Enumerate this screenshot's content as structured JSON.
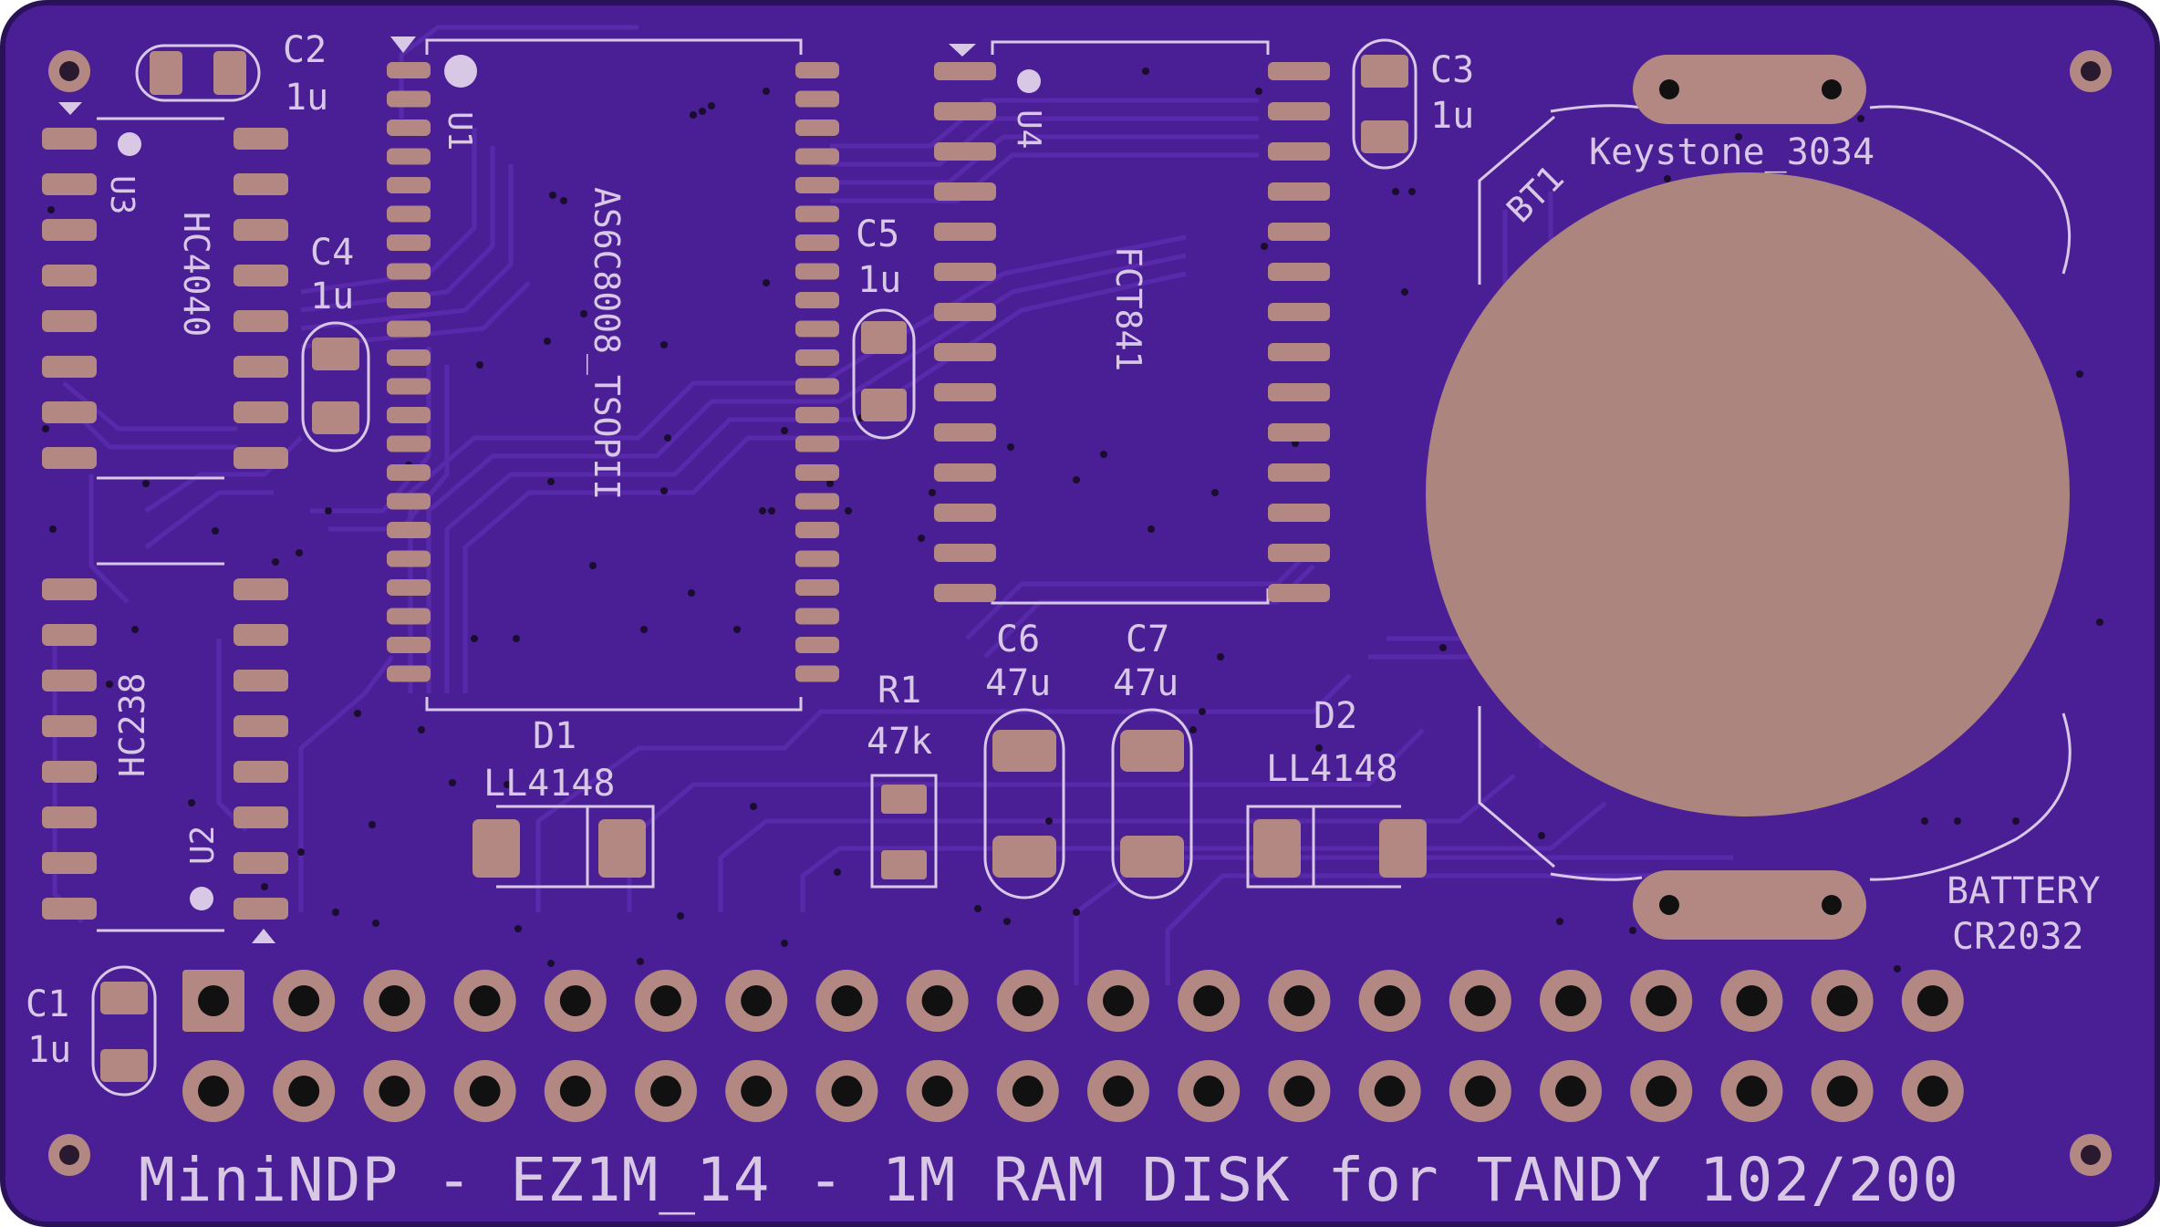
{
  "colors": {
    "board": "#4a1f96",
    "edge": "#2a1258",
    "pad": "#b38782",
    "silk": "#d8c8e6",
    "trace": "#5529a6",
    "hole": "#111111"
  },
  "components": {
    "u1": {
      "ref": "U1",
      "value": "AS6C8008_TSOPII"
    },
    "u2": {
      "ref": "U2",
      "value": "HC238"
    },
    "u3": {
      "ref": "U3",
      "value": "HC4040"
    },
    "u4": {
      "ref": "U4",
      "value": "FCT841"
    },
    "c1": {
      "ref": "C1",
      "value": "1u"
    },
    "c2": {
      "ref": "C2",
      "value": "1u"
    },
    "c3": {
      "ref": "C3",
      "value": "1u"
    },
    "c4": {
      "ref": "C4",
      "value": "1u"
    },
    "c5": {
      "ref": "C5",
      "value": "1u"
    },
    "c6": {
      "ref": "C6",
      "value": "47u"
    },
    "c7": {
      "ref": "C7",
      "value": "47u"
    },
    "r1": {
      "ref": "R1",
      "value": "47k"
    },
    "d1": {
      "ref": "D1",
      "value": "LL4148"
    },
    "d2": {
      "ref": "D2",
      "value": "LL4148"
    },
    "bt1": {
      "ref": "BT1",
      "value": "Keystone_3034"
    }
  },
  "battery_label": {
    "line1": "BATTERY",
    "line2": "CR2032"
  },
  "title": "MiniNDP - EZ1M_14 - 1M RAM DISK for TANDY 102/200",
  "connector": {
    "columns": 20,
    "rows": 2
  }
}
